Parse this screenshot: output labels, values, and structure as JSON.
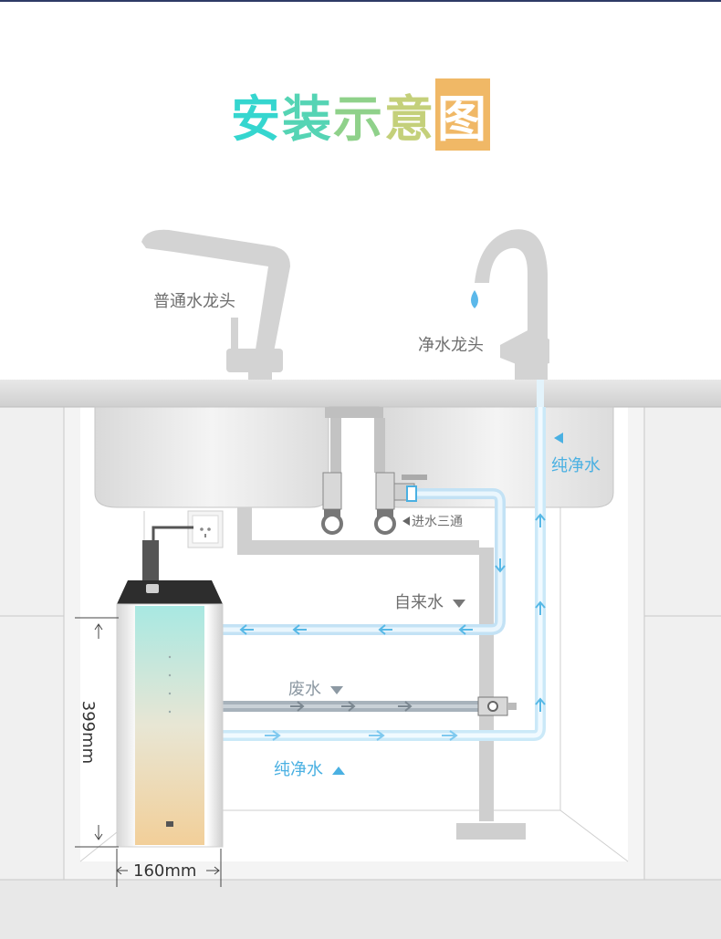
{
  "title_chars": [
    "安",
    "装",
    "示",
    "意",
    "图"
  ],
  "labels": {
    "regular_faucet": "普通水龙头",
    "pure_faucet": "净水龙头",
    "pure_water_top": "纯净水",
    "inlet_tee": "进水三通",
    "tap_water": "自来水",
    "waste_water": "废水",
    "pure_water_bottom": "纯净水",
    "height_dim": "399mm",
    "width_dim": "160mm"
  },
  "colors": {
    "title_gradient": [
      "#35d6cf",
      "#6fcf9a",
      "#c8d27a",
      "#f0b866"
    ],
    "pure_water": "#4ab0e2",
    "tap_water": "#a9d6f0",
    "waste_water": "#9aa4ad",
    "countertop": "#dedede",
    "cabinet": "#f0f0f0"
  },
  "icons": [
    "water-drop-icon",
    "power-socket-icon",
    "arrow-up-icon",
    "arrow-left-icon",
    "arrow-right-icon",
    "triangle-down-icon",
    "triangle-up-icon"
  ]
}
